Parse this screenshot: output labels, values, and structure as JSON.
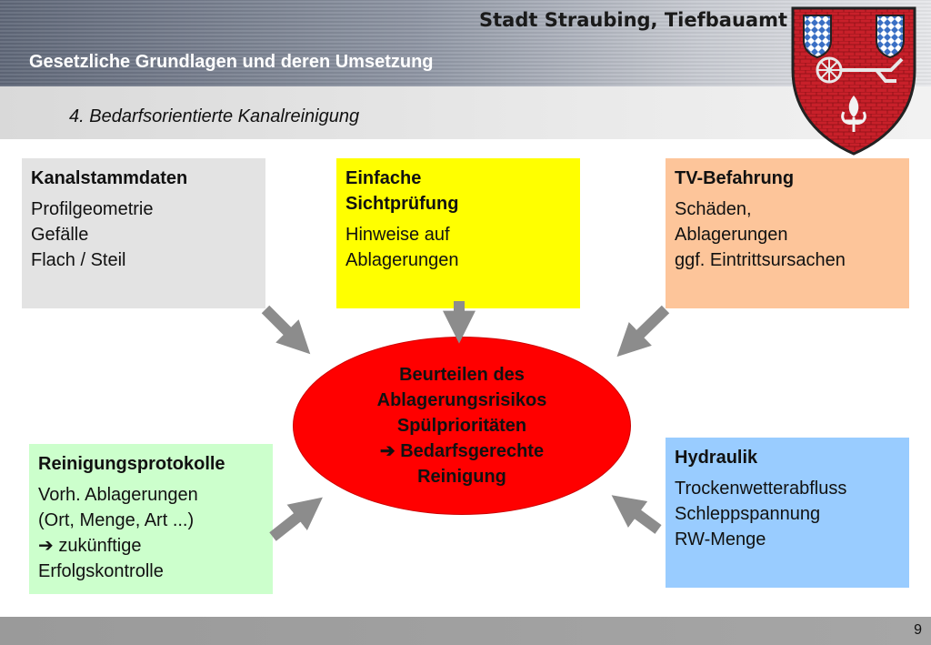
{
  "header": {
    "org": "Stadt Straubing, Tiefbauamt",
    "subtitle": "Gesetzliche Grundlagen und deren Umsetzung"
  },
  "section": {
    "title": "4. Bedarfsorientierte Kanalreinigung"
  },
  "boxes": {
    "kanalstammdaten": {
      "heading": "Kanalstammdaten",
      "lines": [
        "Profilgeometrie",
        "Gefälle",
        "Flach / Steil"
      ],
      "color": "#e3e3e3"
    },
    "sichtpruefung": {
      "heading_1": "Einfache",
      "heading_2": "Sichtprüfung",
      "lines": [
        "Hinweise auf",
        "Ablagerungen"
      ],
      "color": "#ffff00"
    },
    "tv_befahrung": {
      "heading": "TV-Befahrung",
      "lines": [
        "Schäden,",
        "Ablagerungen",
        "ggf. Eintrittsursachen"
      ],
      "color": "#fdc59a"
    },
    "reinigungsprotokolle": {
      "heading": "Reinigungsprotokolle",
      "lines": [
        "Vorh. Ablagerungen",
        "(Ort, Menge, Art ...)",
        " zukünftige",
        "Erfolgskontrolle"
      ],
      "color": "#ccffcc"
    },
    "hydraulik": {
      "heading": "Hydraulik",
      "lines": [
        "Trockenwetterabfluss",
        "Schleppspannung",
        "RW-Menge"
      ],
      "color": "#99ccff"
    }
  },
  "center": {
    "lines": [
      "Beurteilen des",
      "Ablagerungsrisikos",
      "Spülprioritäten",
      " Bedarfsgerechte",
      "Reinigung"
    ],
    "color": "#ff0000"
  },
  "icons": {
    "arrow_glyph": "➔",
    "crest": "coat-of-arms-icon"
  },
  "footer": {
    "page_number": "9"
  }
}
